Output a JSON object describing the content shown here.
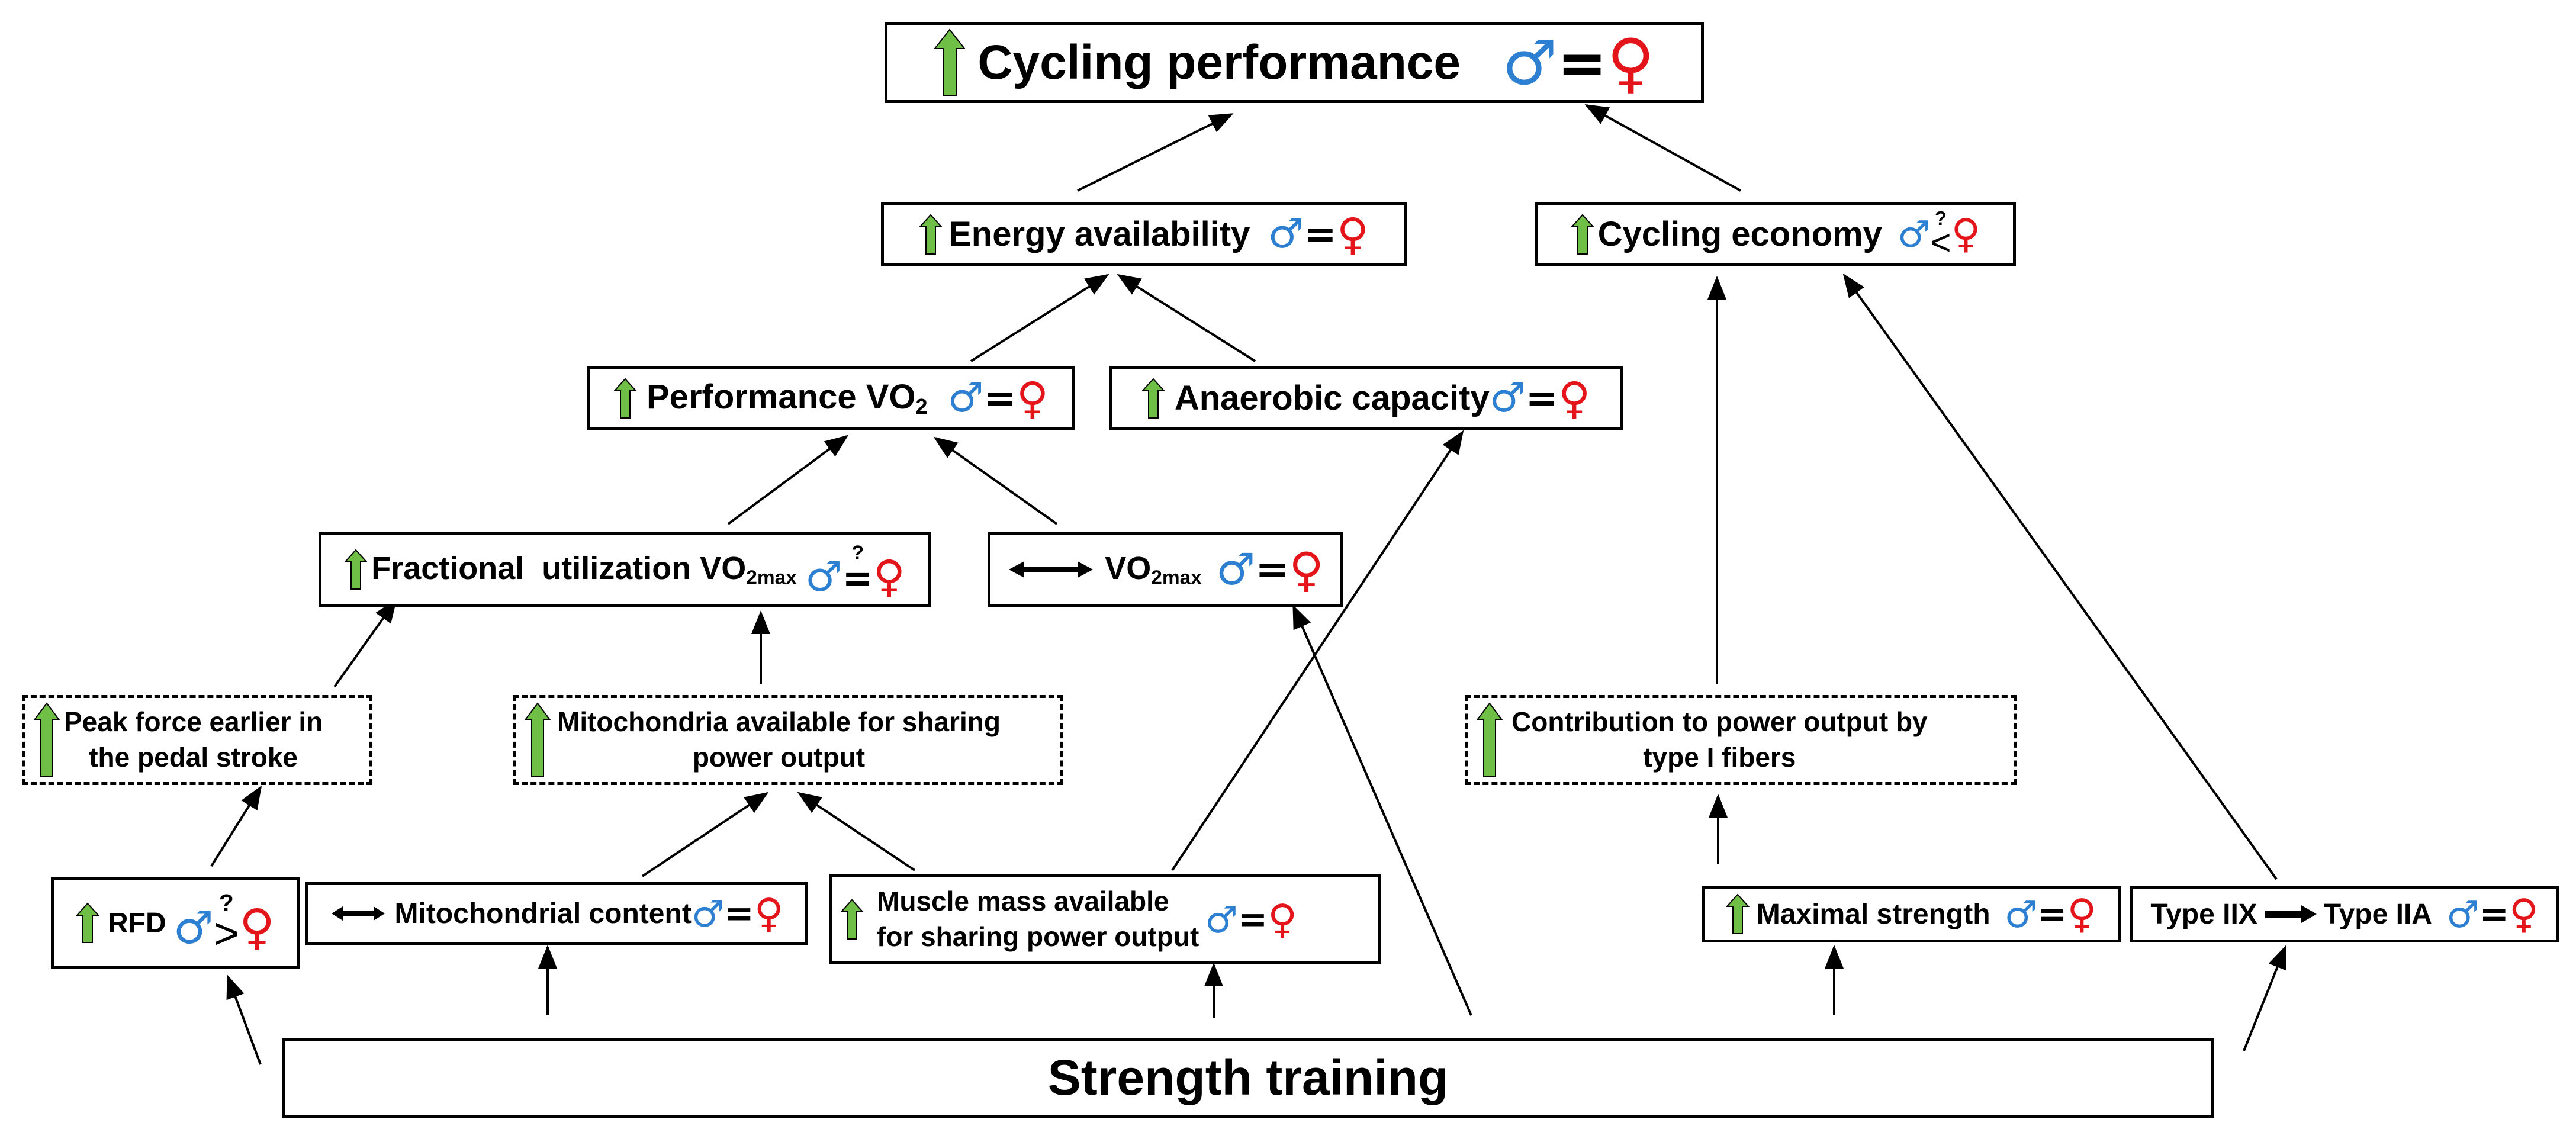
{
  "colors": {
    "up_arrow": "#6fbe45",
    "male": "#2c7fd1",
    "female": "#e3151a"
  },
  "symbols": {
    "male": "♂",
    "female": "♀",
    "equals": "=",
    "greater": ">",
    "less": "<",
    "question": "?"
  },
  "nodes": {
    "cycling_performance": {
      "label": "Cycling performance"
    },
    "energy_availability": {
      "label": "Energy availability"
    },
    "cycling_economy": {
      "label": "Cycling economy"
    },
    "performance_vo2": {
      "label": "Performance VO",
      "sub": "2"
    },
    "anaerobic_capacity": {
      "label": "Anaerobic capacity"
    },
    "fractional_utilization": {
      "label": "Fractional  utilization VO",
      "sub": "2max"
    },
    "vo2max": {
      "label": "VO",
      "sub": "2max"
    },
    "peak_force": {
      "line1": "Peak force earlier in",
      "line2": "the pedal stroke"
    },
    "mito_available": {
      "line1": "Mitochondria available for sharing",
      "line2": "power output"
    },
    "type1_contribution": {
      "line1": "Contribution to power output by",
      "line2": "type I fibers"
    },
    "rfd": {
      "label": "RFD"
    },
    "mito_content": {
      "label": "Mitochondrial content"
    },
    "muscle_mass": {
      "line1": "Muscle mass available",
      "line2": "for sharing power output"
    },
    "maximal_strength": {
      "label": "Maximal strength"
    },
    "fiber_shift": {
      "from": "Type IIX",
      "to": "Type IIA"
    },
    "strength_training": {
      "label": "Strength training"
    }
  }
}
